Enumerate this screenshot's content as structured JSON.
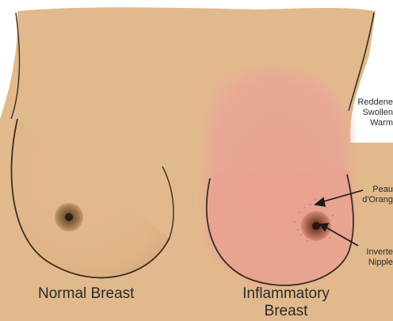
{
  "figure": {
    "colors": {
      "background": "#ffffff",
      "skin": "#e2b98c",
      "inflamed": "#e9a291",
      "outline": "#3a2e24",
      "areola_normal": "#a07a4e",
      "areola_inflamed": "#b06a55",
      "label_text": "#2a2a2a"
    },
    "labels": {
      "reddened": [
        "Reddene",
        "Swollen",
        "Warm"
      ],
      "peau": [
        "Peau",
        "d'Orang"
      ],
      "inverted": [
        "Inverte",
        "Nipple"
      ],
      "normal_caption": [
        "Normal Breast"
      ],
      "inflammatory_caption": [
        "Inflammatory",
        "Breast"
      ]
    }
  }
}
